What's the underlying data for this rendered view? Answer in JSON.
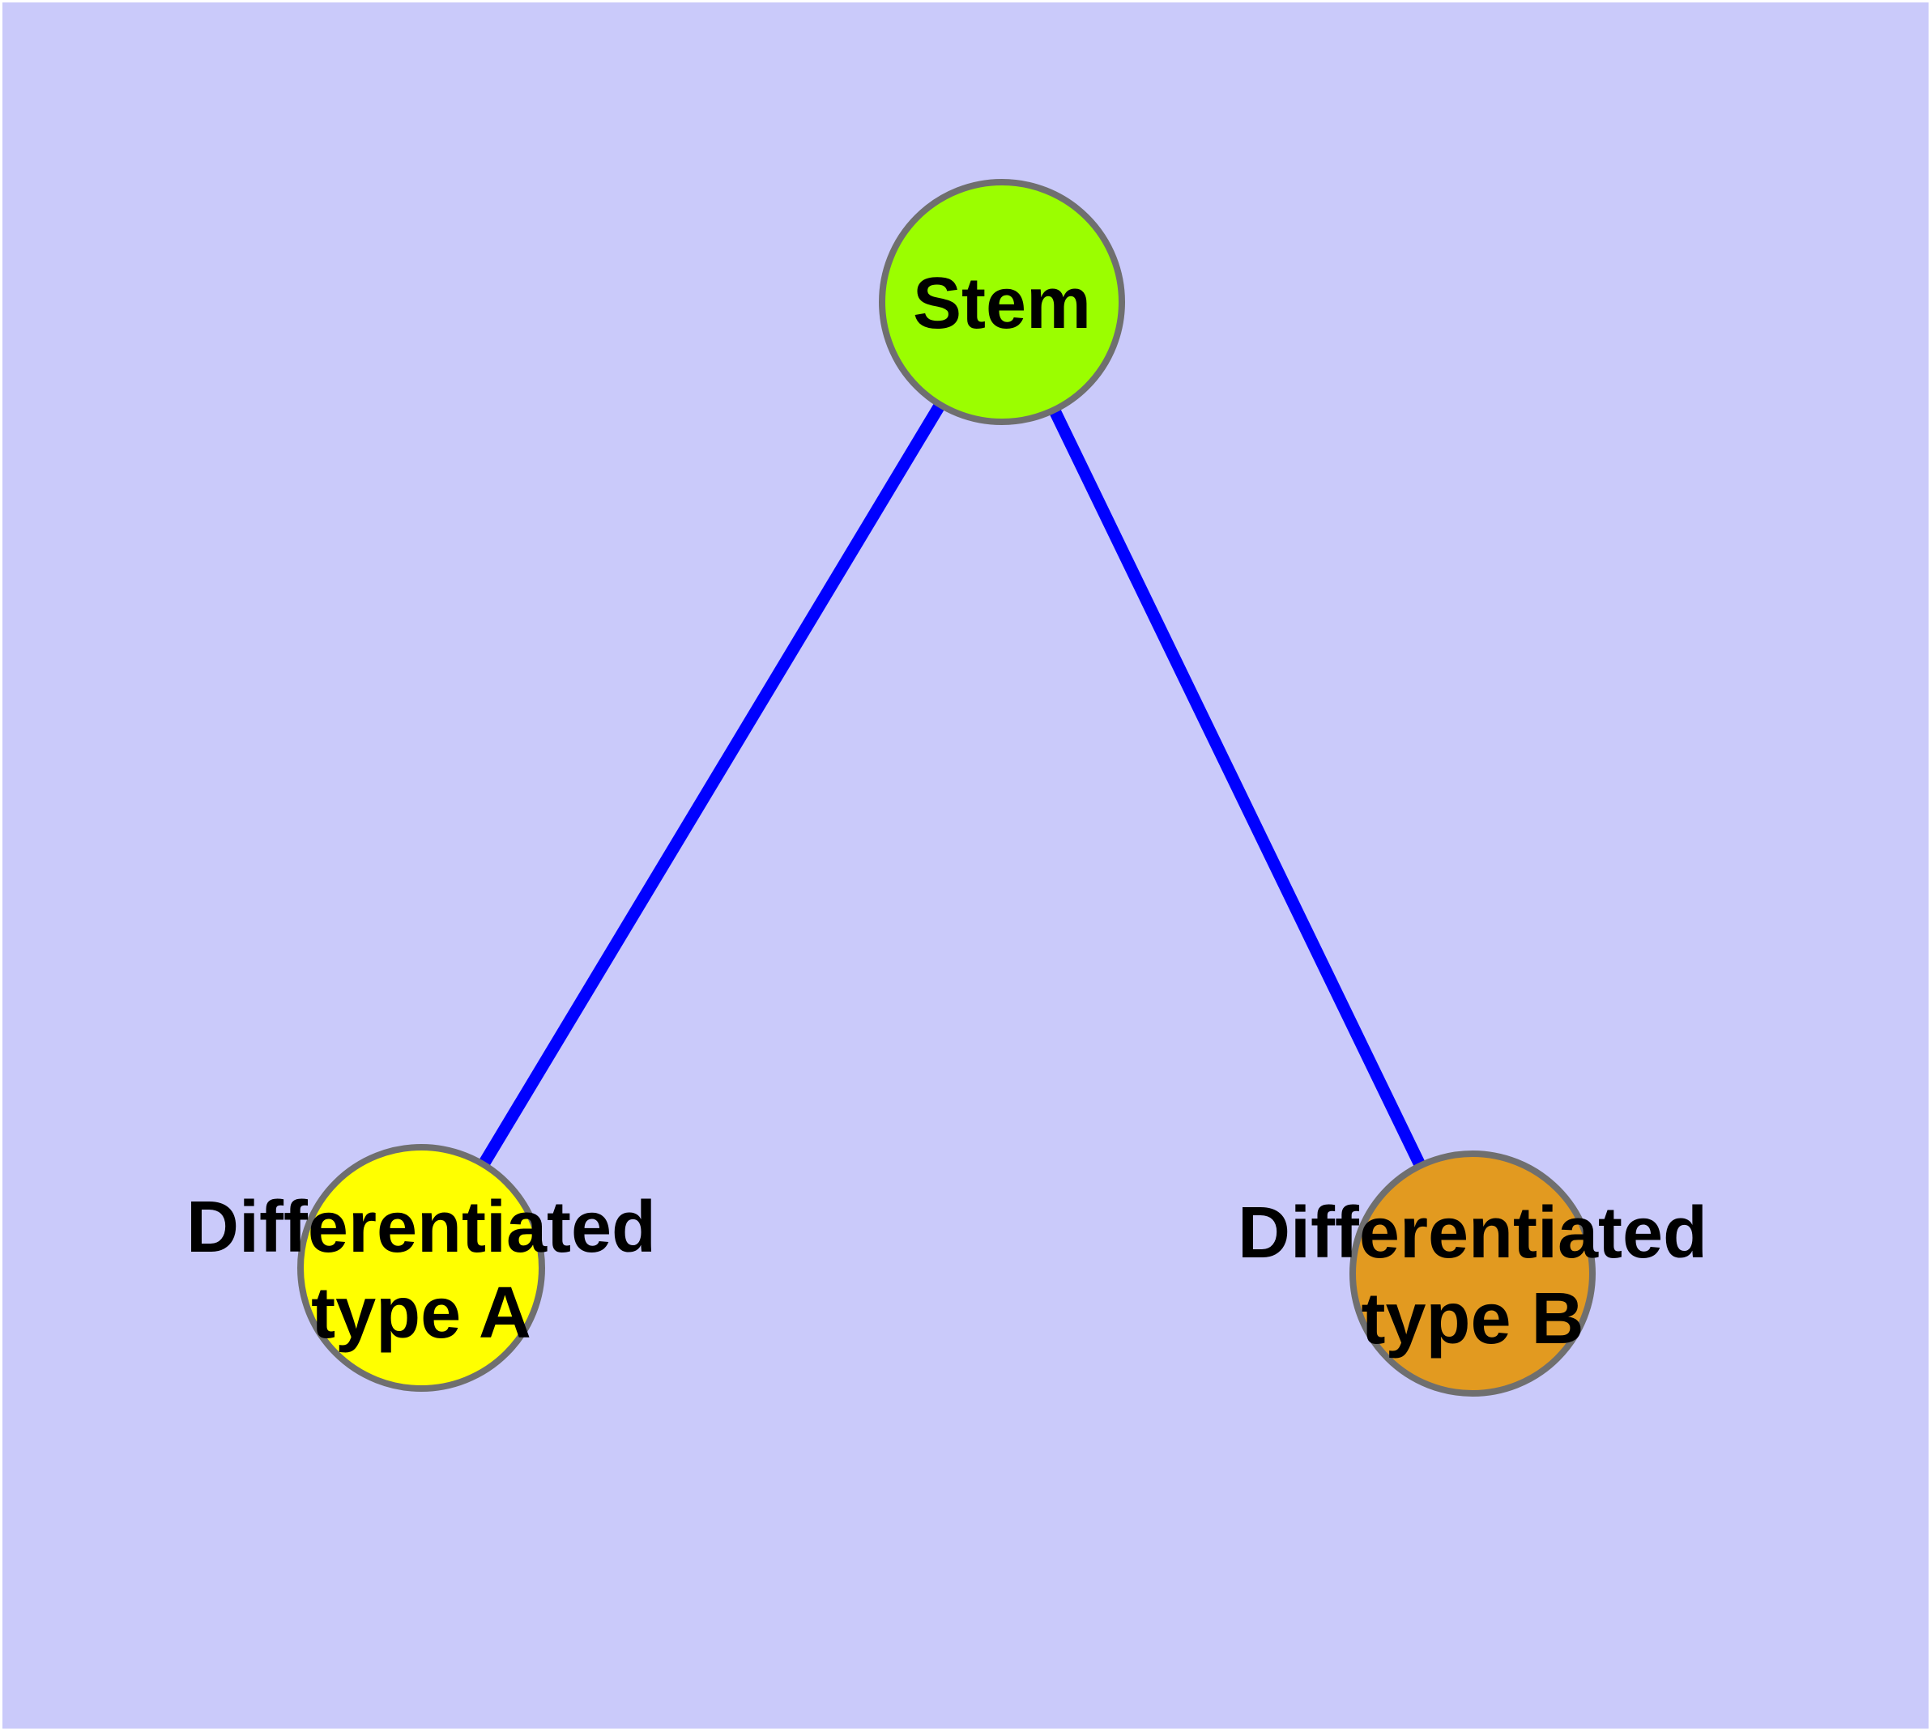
{
  "diagram": {
    "type": "graph",
    "background_color": "#CACAFA",
    "margin_color": "#FFFFFF",
    "edge_color": "#0000FF",
    "node_border_color": "#6F6F6F",
    "label_color": "#000000",
    "nodes": [
      {
        "id": "stem",
        "label": "Stem",
        "color": "#9BFE00"
      },
      {
        "id": "differentiated-type-a",
        "label_line1": "Differentiated",
        "label_line2": "type A",
        "color": "#FFFF00"
      },
      {
        "id": "differentiated-type-b",
        "label_line1": "Differentiated",
        "label_line2": "type B",
        "color": "#E29A20"
      }
    ],
    "edges": [
      {
        "from": "Stem",
        "to": "Differentiated type A"
      },
      {
        "from": "Stem",
        "to": "Differentiated type B"
      }
    ]
  }
}
